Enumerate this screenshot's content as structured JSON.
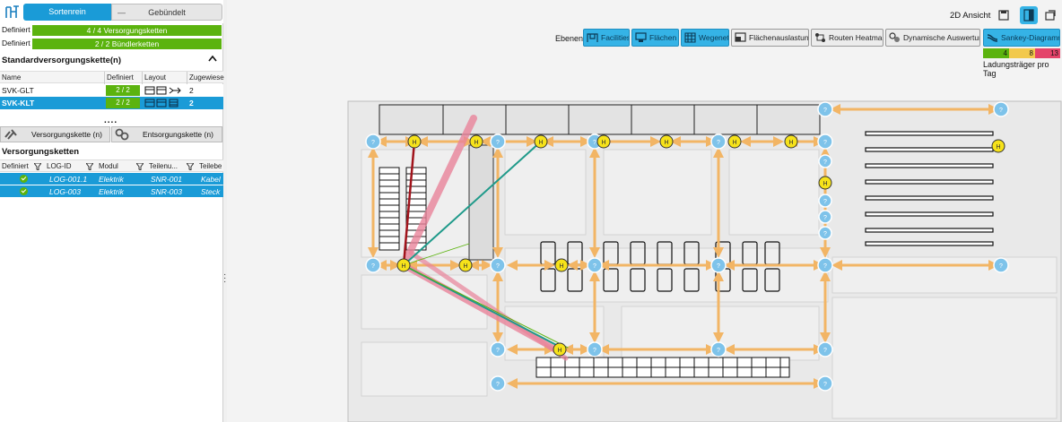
{
  "sidebar": {
    "mode_tabs": {
      "selected": "Sortenrein",
      "other": "Gebündelt",
      "other_prefix": "—"
    },
    "definiert_rows": [
      {
        "label": "Definiert",
        "value": "4 / 4 Versorgungsketten"
      },
      {
        "label": "Definiert",
        "value": "2 / 2 Bündlerketten"
      }
    ],
    "standard_title": "Standardversorgungskette(n)",
    "table_headers": [
      "Name",
      "Definiert",
      "Layout",
      "Zugewiese"
    ],
    "rows": [
      {
        "name": "SVK-GLT",
        "definiert": "2 / 2",
        "zugewiesen": "2",
        "selected": false
      },
      {
        "name": "SVK-KLT",
        "definiert": "2 / 2",
        "zugewiesen": "2",
        "selected": true
      }
    ],
    "more": "....",
    "sub_tabs": [
      "Versorgungskette (n)",
      "Entsorgungskette (n)"
    ],
    "chains_title": "Versorgungsketten",
    "chains_headers": [
      "Definiert",
      "LOG-ID",
      "Modul",
      "Teilenu...",
      "Teilebe"
    ],
    "chains": [
      {
        "log_id": "LOG-001.1",
        "modul": "Elektrik",
        "teilenr": "SNR-001",
        "teilebe": "Kabel"
      },
      {
        "log_id": "LOG-003",
        "modul": "Elektrik",
        "teilenr": "SNR-003",
        "teilebe": "Steck"
      }
    ]
  },
  "toolbar": {
    "view_label": "2D Ansicht",
    "ebenen_label": "Ebenen",
    "layers": [
      {
        "label": "Facilities",
        "active": true,
        "icon": "facilities-icon"
      },
      {
        "label": "Flächen",
        "active": true,
        "icon": "area-icon"
      },
      {
        "label": "Wegenetz",
        "active": true,
        "icon": "grid-icon"
      },
      {
        "label": "Flächenauslastung",
        "active": false,
        "icon": "area-usage-icon"
      },
      {
        "label": "Routen Heatmap",
        "active": false,
        "icon": "route-icon"
      },
      {
        "label": "Dynamische Auswertung",
        "active": false,
        "icon": "dynamic-icon"
      },
      {
        "label": "Sankey-Diagramm",
        "active": true,
        "icon": "sankey-icon"
      }
    ],
    "legend": {
      "values": [
        "4",
        "8",
        "13"
      ],
      "colors": [
        "#5bb30e",
        "#f2c94c",
        "#e4436a"
      ],
      "label": "Ladungsträger pro Tag"
    }
  },
  "map": {
    "hub_label": "H",
    "node_label": "?",
    "colors": {
      "path": "#f2b565",
      "teal": "#1f9a8a",
      "darkred": "#a1141c",
      "pink": "#e8839a",
      "node": "#7ec3ea",
      "hub": "#f6e21a"
    }
  }
}
